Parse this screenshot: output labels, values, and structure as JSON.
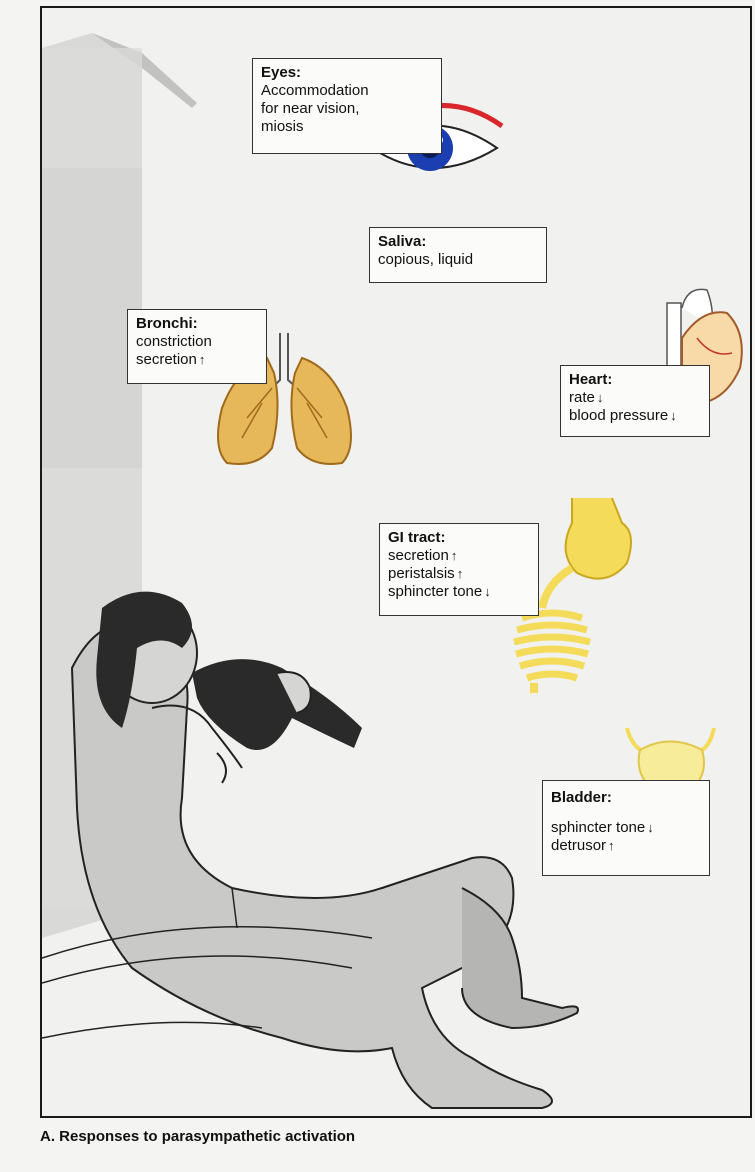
{
  "caption": "A. Responses to parasympathetic activation",
  "labels": {
    "eyes": {
      "title": "Eyes:",
      "lines": [
        "Accommodation",
        "for near vision,",
        "miosis"
      ]
    },
    "saliva": {
      "title": "Saliva:",
      "lines": [
        "copious, liquid"
      ]
    },
    "bronchi": {
      "title": "Bronchi:",
      "lines": [
        "constriction",
        "secretion"
      ]
    },
    "heart": {
      "title": "Heart:",
      "lines": [
        "rate",
        "blood pressure"
      ]
    },
    "gi": {
      "title": "GI tract:",
      "lines": [
        "secretion",
        "peristalsis",
        "sphincter tone"
      ]
    },
    "bladder": {
      "title": "Bladder:",
      "lines": [
        "sphincter tone",
        "detrusor"
      ]
    }
  },
  "arrows": {
    "up": "↑",
    "down": "↓"
  },
  "colors": {
    "organ_fill": "#e7b85a",
    "organ_stroke": "#a06a1c",
    "gi_fill": "#f4dc5a",
    "gi_stroke": "#c9a820",
    "bladder_fill": "#f7ec9a",
    "iris": "#1b3fb0",
    "brow": "#d8262b",
    "body_fill": "#c9c9c7",
    "bottle": "#2a2a2a"
  }
}
